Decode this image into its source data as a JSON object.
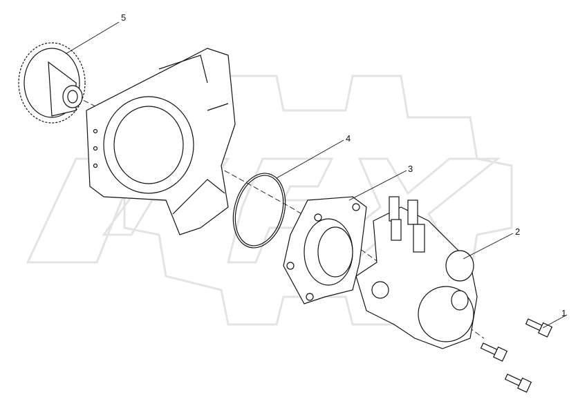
{
  "diagram": {
    "type": "exploded-parts-view",
    "watermark_color": "#e6e6e6",
    "callouts": [
      {
        "label": "1",
        "part": "bolts"
      },
      {
        "label": "2",
        "part": "high-pressure-pump"
      },
      {
        "label": "3",
        "part": "mounting-plate"
      },
      {
        "label": "4",
        "part": "o-ring"
      },
      {
        "label": "5",
        "part": "drive-gear"
      }
    ]
  }
}
